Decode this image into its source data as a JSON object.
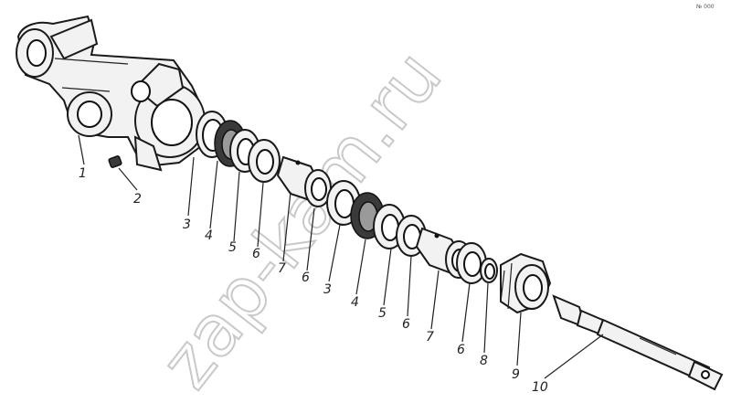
{
  "corner_mark": "№ 000",
  "watermark": "zap-kam.ru",
  "callouts": [
    {
      "label": "1"
    },
    {
      "label": "2"
    },
    {
      "label": "3"
    },
    {
      "label": "4"
    },
    {
      "label": "5"
    },
    {
      "label": "6"
    },
    {
      "label": "7"
    },
    {
      "label": "6"
    },
    {
      "label": "3"
    },
    {
      "label": "4"
    },
    {
      "label": "5"
    },
    {
      "label": "6"
    },
    {
      "label": "7"
    },
    {
      "label": "6"
    },
    {
      "label": "8"
    },
    {
      "label": "9"
    },
    {
      "label": "10"
    }
  ],
  "icons": [
    "valve-body",
    "plug",
    "ring",
    "spring-collar",
    "washer",
    "sleeve",
    "nut",
    "rod"
  ]
}
